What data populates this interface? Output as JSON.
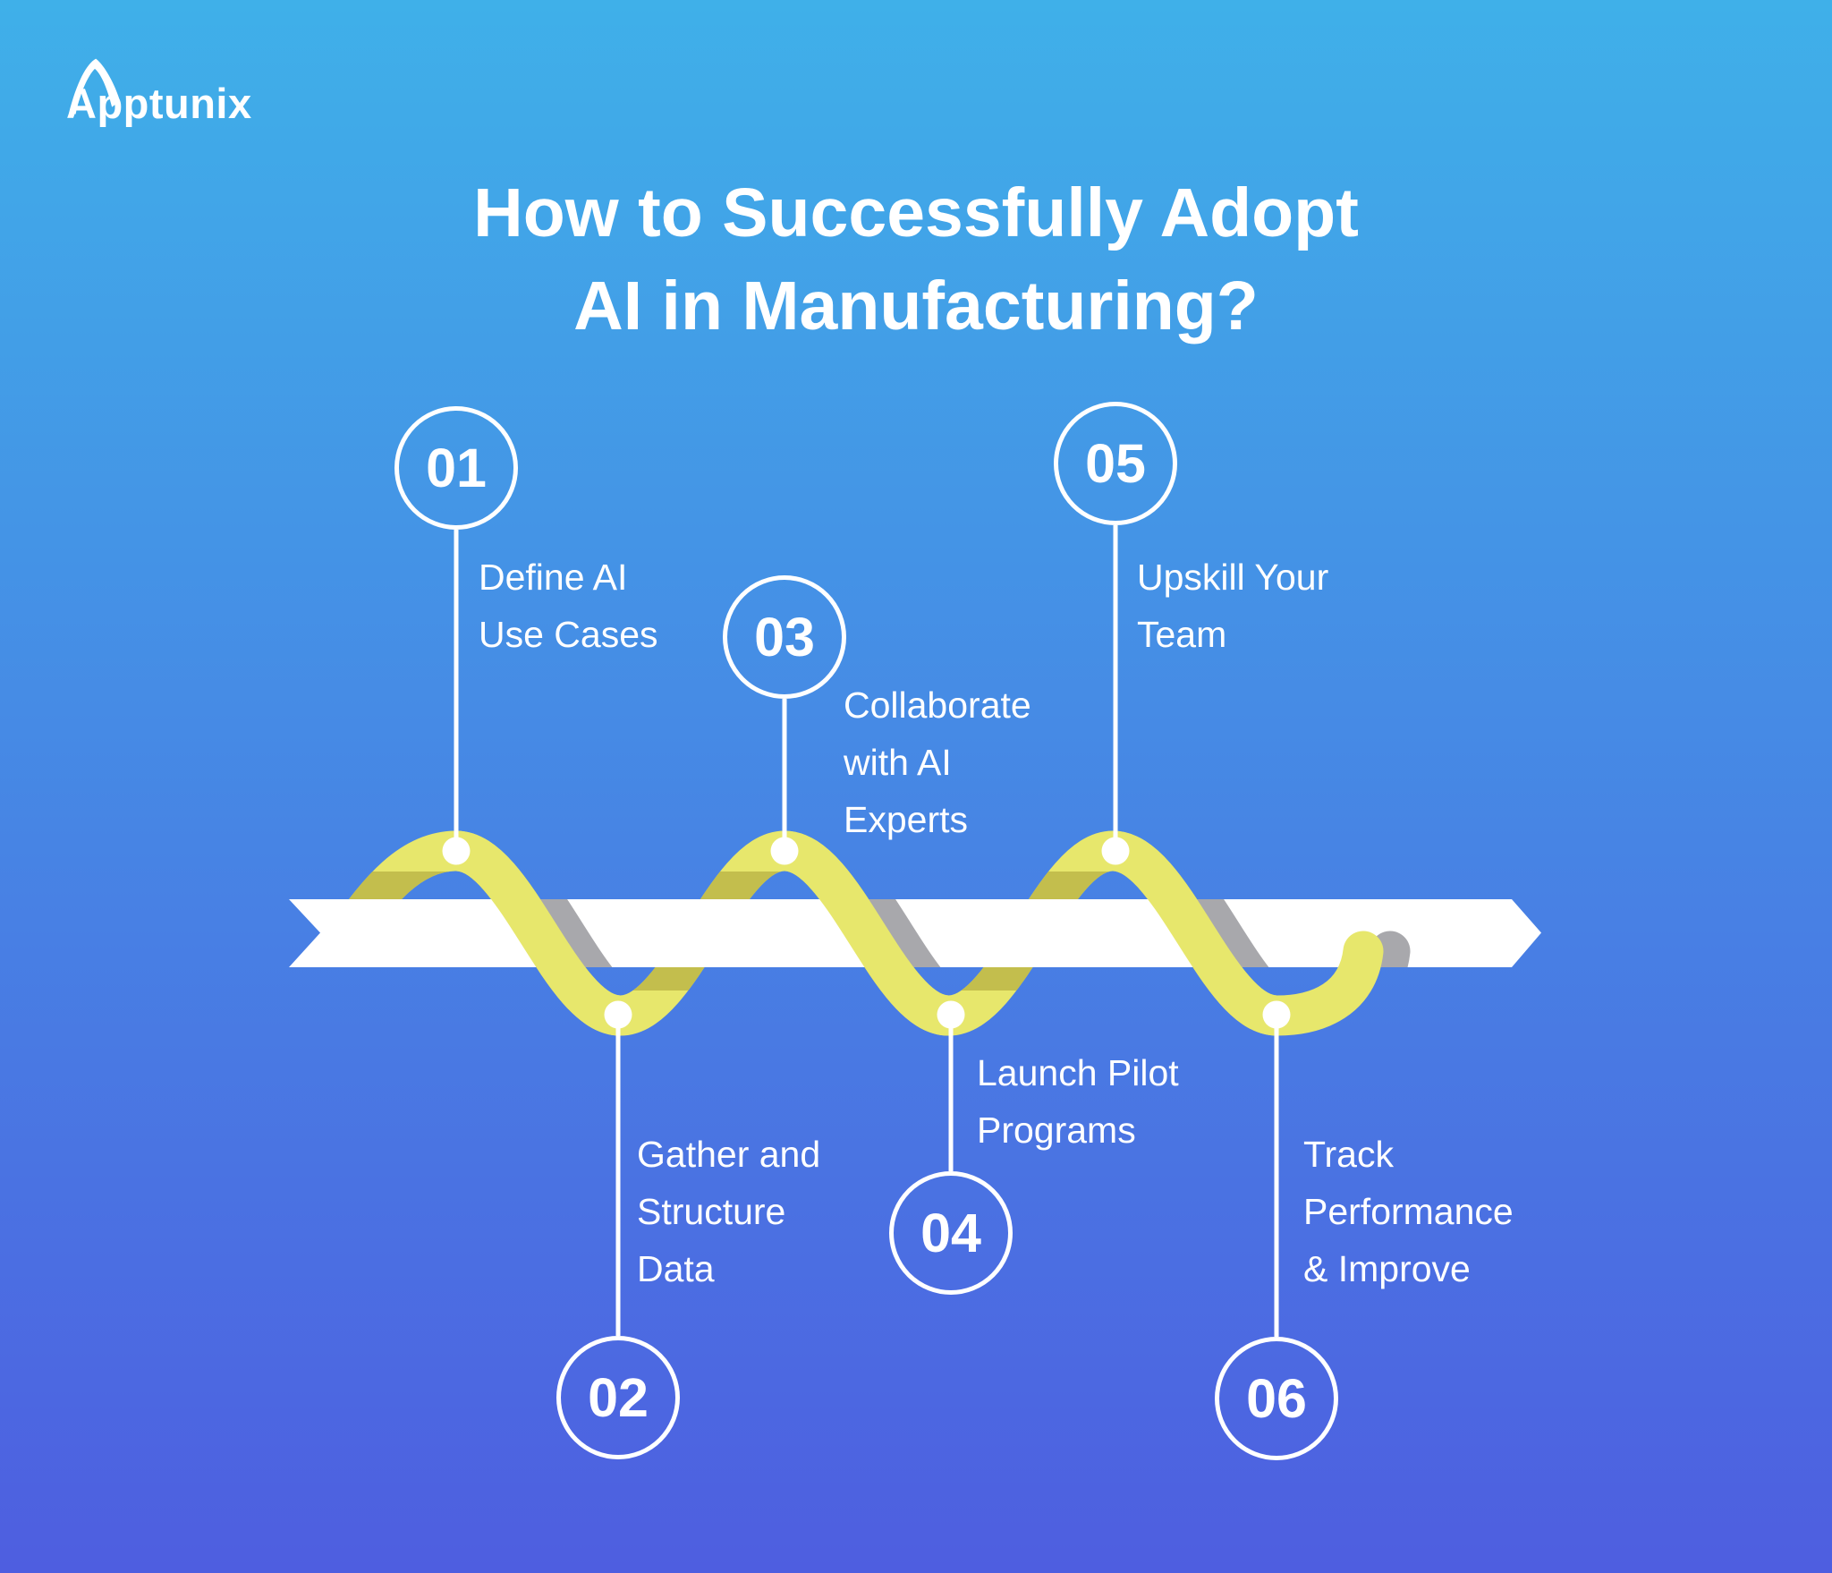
{
  "logo": {
    "text": "Apptunix"
  },
  "title": "How to Successfully Adopt\nAI in Manufacturing?",
  "colors": {
    "bg_top": "#3FB0E9",
    "bg_bottom": "#4E5EE0",
    "wave_yellow": "#E7E76C",
    "wave_shadow_olive": "#C3BE4D",
    "shadow_gray": "#A8A8AC",
    "arrow_white": "#FFFFFF"
  },
  "steps": [
    {
      "number": "01",
      "label": "Define AI\nUse Cases"
    },
    {
      "number": "02",
      "label": "Gather and\nStructure\nData"
    },
    {
      "number": "03",
      "label": "Collaborate\nwith AI\nExperts"
    },
    {
      "number": "04",
      "label": "Launch Pilot\nPrograms"
    },
    {
      "number": "05",
      "label": "Upskill Your\nTeam"
    },
    {
      "number": "06",
      "label": "Track\nPerformance\n& Improve"
    }
  ]
}
